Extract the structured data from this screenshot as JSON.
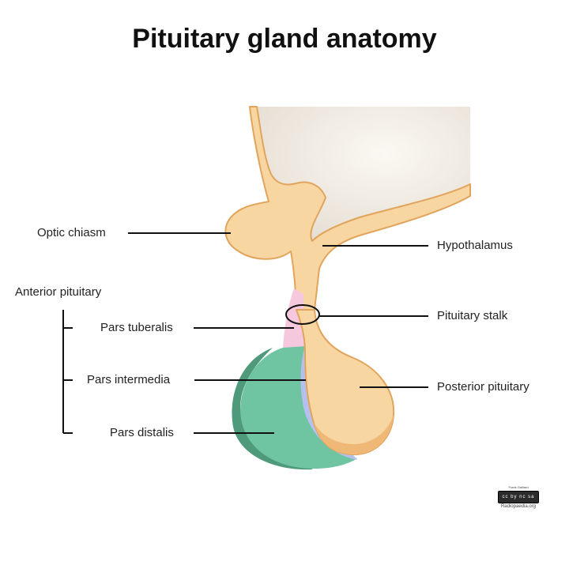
{
  "title": "Pituitary gland anatomy",
  "labels": {
    "optic_chiasm": "Optic chiasm",
    "hypothalamus": "Hypothalamus",
    "anterior_pituitary": "Anterior pituitary",
    "pars_tuberalis": "Pars tuberalis",
    "pars_intermedia": "Pars intermedia",
    "pars_distalis": "Pars distalis",
    "pituitary_stalk": "Pituitary stalk",
    "posterior_pituitary": "Posterior pituitary"
  },
  "credit": {
    "author": "Frank Gaillard",
    "badge": "cc by nc sa",
    "site": "Radiopaedia.org"
  },
  "colors": {
    "brain_fill": "#ebe5dc",
    "neural_tissue": "#f7d6a1",
    "neural_outline": "#e1a45c",
    "pars_tuberalis": "#f5c8de",
    "pars_intermedia": "#b6c0ef",
    "pars_distalis": "#6fc4a2",
    "pars_distalis_shadow": "#4f9a7a",
    "leader_line": "#111111"
  }
}
